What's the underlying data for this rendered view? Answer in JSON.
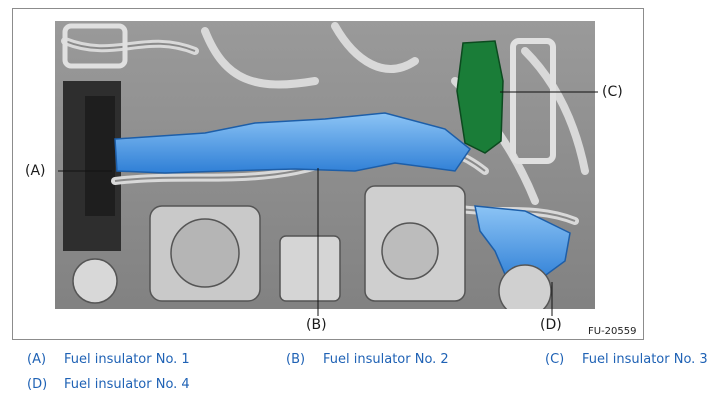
{
  "figure": {
    "code": "FU-20559",
    "callouts": {
      "a": "(A)",
      "b": "(B)",
      "c": "(C)",
      "d": "(D)"
    }
  },
  "legend": [
    {
      "key": "(A)",
      "label": "Fuel insulator No. 1"
    },
    {
      "key": "(B)",
      "label": "Fuel insulator No. 2"
    },
    {
      "key": "(C)",
      "label": "Fuel insulator No. 3"
    },
    {
      "key": "(D)",
      "label": "Fuel insulator No. 4"
    }
  ],
  "colors": {
    "insulator_blue": "#4f9be6",
    "insulator_green": "#167a32",
    "legend_text": "#1f62b5"
  }
}
